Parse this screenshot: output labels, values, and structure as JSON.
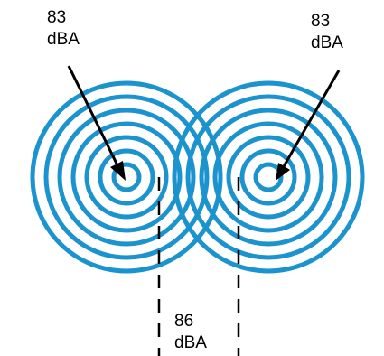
{
  "labels": {
    "left_source": {
      "value": "83",
      "unit": "dBA"
    },
    "right_source": {
      "value": "83",
      "unit": "dBA"
    },
    "combined": {
      "value": "86",
      "unit": "dBA"
    }
  },
  "diagram": {
    "sources": 2,
    "rings_per_source": 7,
    "ring_color": "#1a93cf",
    "arrow_color": "#000000",
    "guide_color": "#000000"
  }
}
